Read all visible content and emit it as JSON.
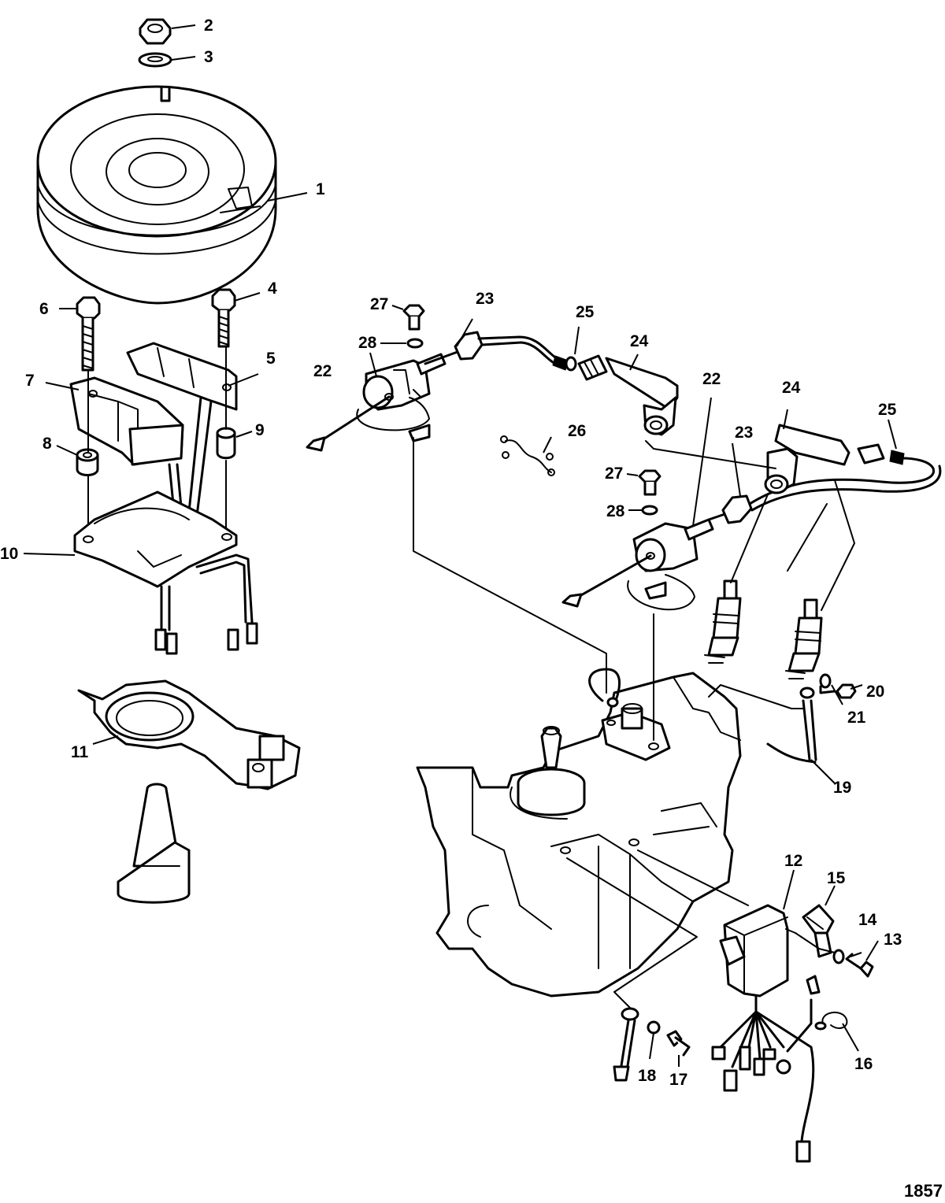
{
  "diagram": {
    "figure_number": "1857",
    "callouts": [
      {
        "id": "1",
        "label": "1"
      },
      {
        "id": "2",
        "label": "2"
      },
      {
        "id": "3",
        "label": "3"
      },
      {
        "id": "4",
        "label": "4"
      },
      {
        "id": "5",
        "label": "5"
      },
      {
        "id": "6",
        "label": "6"
      },
      {
        "id": "7",
        "label": "7"
      },
      {
        "id": "8",
        "label": "8"
      },
      {
        "id": "9",
        "label": "9"
      },
      {
        "id": "10",
        "label": "10"
      },
      {
        "id": "11",
        "label": "11"
      },
      {
        "id": "12",
        "label": "12"
      },
      {
        "id": "13",
        "label": "13"
      },
      {
        "id": "14",
        "label": "14"
      },
      {
        "id": "15",
        "label": "15"
      },
      {
        "id": "16",
        "label": "16"
      },
      {
        "id": "17",
        "label": "17"
      },
      {
        "id": "18",
        "label": "18"
      },
      {
        "id": "19",
        "label": "19"
      },
      {
        "id": "20",
        "label": "20"
      },
      {
        "id": "21",
        "label": "21"
      },
      {
        "id": "22a",
        "label": "22"
      },
      {
        "id": "22b",
        "label": "22"
      },
      {
        "id": "23a",
        "label": "23"
      },
      {
        "id": "23b",
        "label": "23"
      },
      {
        "id": "24a",
        "label": "24"
      },
      {
        "id": "24b",
        "label": "24"
      },
      {
        "id": "25a",
        "label": "25"
      },
      {
        "id": "25b",
        "label": "25"
      },
      {
        "id": "26",
        "label": "26"
      },
      {
        "id": "27a",
        "label": "27"
      },
      {
        "id": "27b",
        "label": "27"
      },
      {
        "id": "28a",
        "label": "28"
      },
      {
        "id": "28b",
        "label": "28"
      }
    ]
  }
}
